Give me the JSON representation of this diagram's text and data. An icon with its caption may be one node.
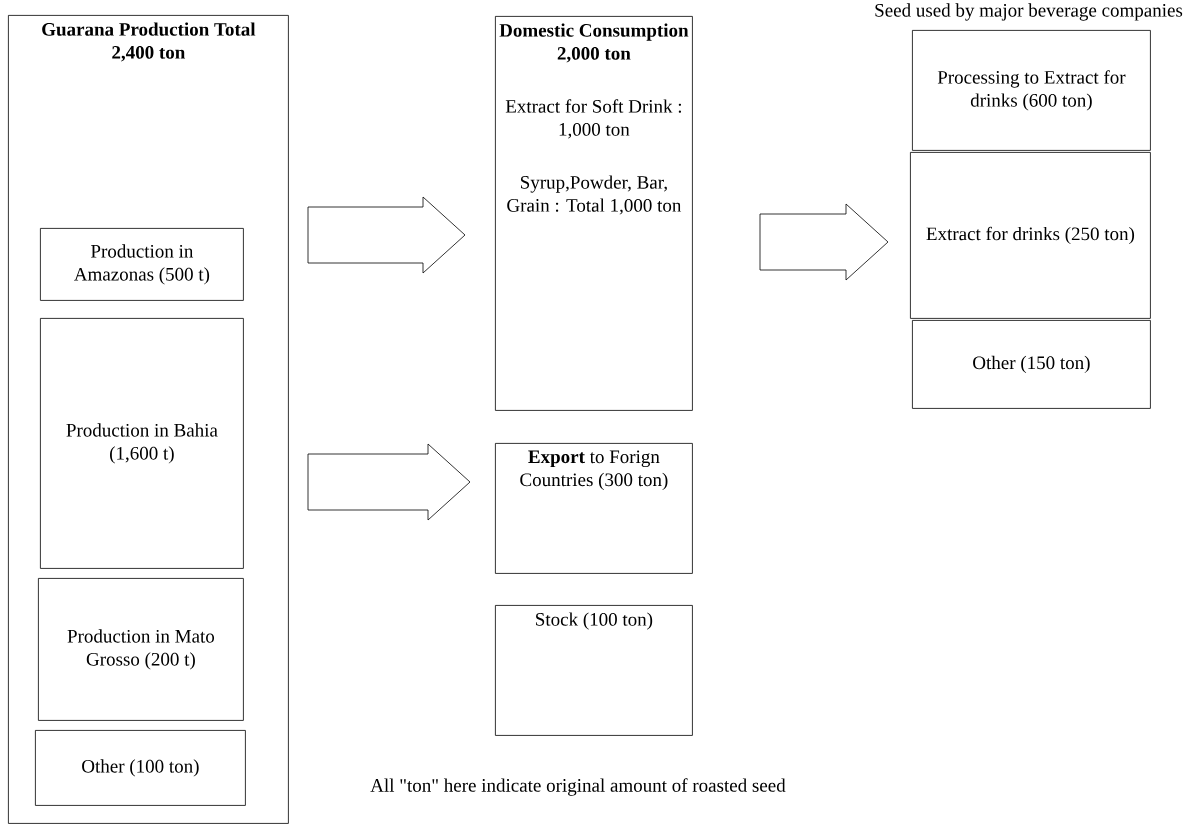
{
  "diagram": {
    "nodes": [
      {
        "text": [
          "Guarana Production Total 2,400 ton"
        ]
      },
      {
        "text": [
          "Production in Amazonas (500 t)"
        ],
        "in": 0
      },
      {
        "text": [
          "Production in Bahia (1,600 t)"
        ],
        "in": 0
      },
      {
        "text": [
          "Production in  Mato Grosso (200 t)"
        ],
        "in": 0
      },
      {
        "text": [
          "Other (100 ton)"
        ],
        "in": 0
      },
      {
        "text": [
          "Domestic Consumption 2,000 ton",
          "Extract for Soft Drink : 1,000 ton",
          "Syrup,Powder, Bar, Grain : Total 1,000 ton"
        ]
      },
      {
        "text": [
          "**Export** to Forign Countries (300 ton)"
        ]
      },
      {
        "text": [
          "Stock (100 ton)"
        ]
      },
      {
        "text": [
          "Processing to Extract for drinks (600 ton)"
        ]
      },
      {
        "text": [
          "Extract for drinks (250 ton)"
        ]
      },
      {
        "text": [
          "Other (150 ton)"
        ]
      }
    ],
    "edges": [
      {
        "from": 0,
        "to": 5,
        "arrow": "to"
      },
      {
        "from": 0,
        "to": 6,
        "arrow": "to"
      },
      {
        "from": 5,
        "to": 9,
        "arrow": "to"
      }
    ],
    "labels": [
      "Seed used by major beverage companies",
      "All \"ton\" here indicate original amount of roasted seed"
    ]
  }
}
